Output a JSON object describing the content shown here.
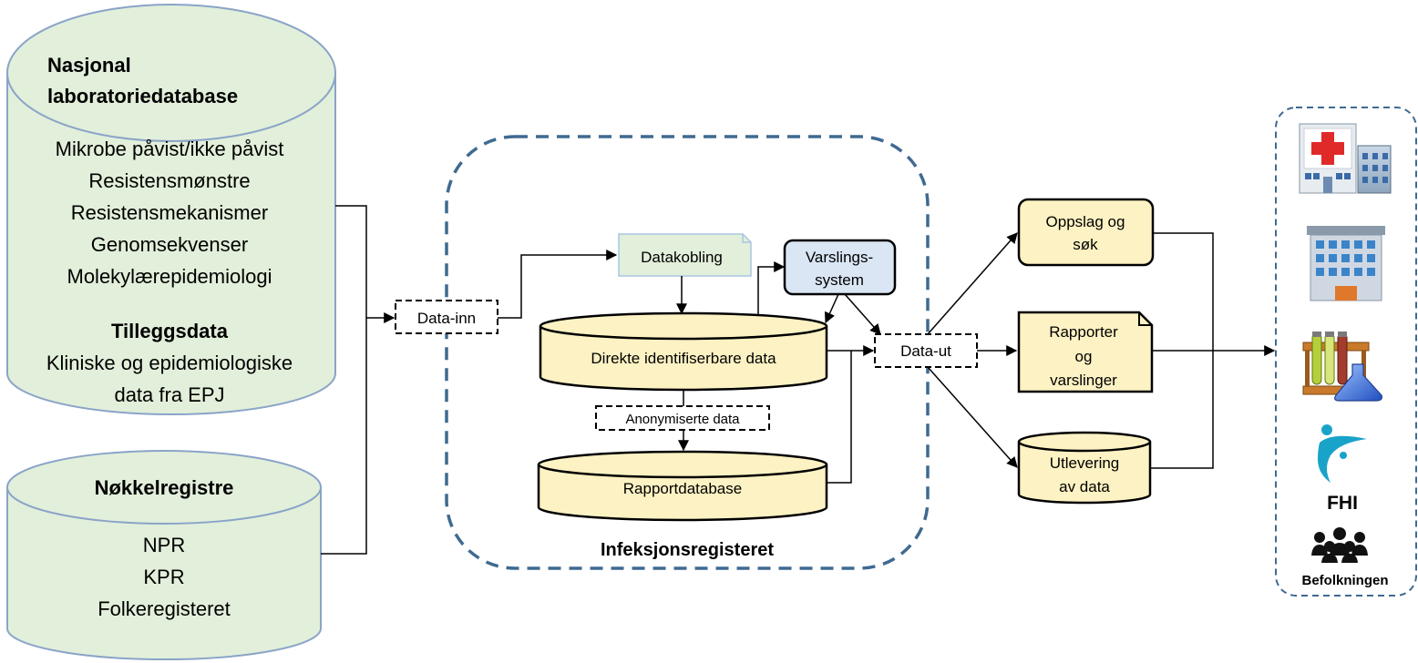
{
  "source_lab_db": {
    "title_line1": "Nasjonal",
    "title_line2": "laboratoriedatabase",
    "items": [
      "Mikrobe påvist/ikke påvist",
      "Resistensmønstre",
      "Resistensmekanismer",
      "Genomsekvenser",
      "Molekylærepidemiologi"
    ],
    "extra_title": "Tilleggsdata",
    "extra_line1": "Kliniske og epidemiologiske",
    "extra_line2": "data fra EPJ"
  },
  "source_key_registers": {
    "title": "Nøkkelregistre",
    "items": [
      "NPR",
      "KPR",
      "Folkeregisteret"
    ]
  },
  "registry": {
    "label": "Infeksjonsregisteret",
    "data_in": "Data-inn",
    "datakobling": "Datakobling",
    "varsling_line1": "Varslings-",
    "varsling_line2": "system",
    "direct_data": "Direkte identifiserbare data",
    "anonymized": "Anonymiserte data",
    "report_db": "Rapportdatabase"
  },
  "outputs": {
    "data_out": "Data-ut",
    "lookup_line1": "Oppslag og",
    "lookup_line2": "søk",
    "reports_line1": "Rapporter",
    "reports_line2": "og",
    "reports_line3": "varslinger",
    "delivery_line1": "Utlevering",
    "delivery_line2": "av data"
  },
  "recipients": {
    "fhi_label": "FHI",
    "population_label": "Befolkningen"
  },
  "colors": {
    "source_fill": "#e2efda",
    "box_fill": "#fdf2c3",
    "datakobling_fill": "#e2efda",
    "varsling_fill": "#dae6f4",
    "dashed_border": "#3f6a91"
  }
}
